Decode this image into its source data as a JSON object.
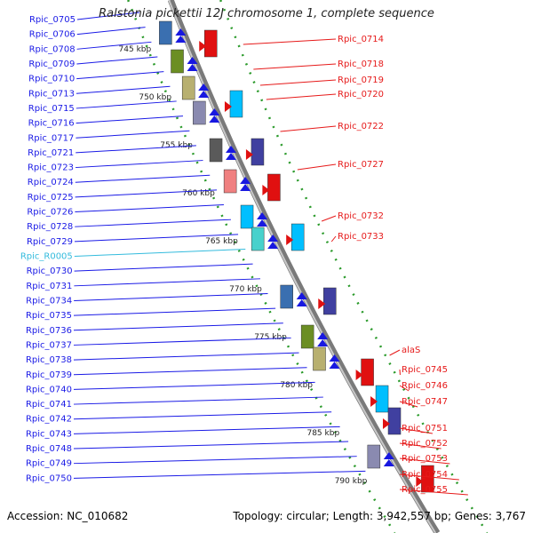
{
  "title": "Ralstonia pickettii 12J chromosome 1, complete sequence",
  "footer": {
    "accession": "Accession: NC_010682",
    "topology": "Topology: circular; Length: 3,942,557 bp; Genes: 3,767"
  },
  "scale_labels": [
    "745 kbp",
    "750 kbp",
    "755 kbp",
    "760 kbp",
    "765 kbp",
    "770 kbp",
    "775 kbp",
    "780 kbp",
    "785 kbp",
    "790 kbp"
  ],
  "left_genes": [
    {
      "label": "Rpic_0705",
      "color": "#1a1ae6"
    },
    {
      "label": "Rpic_0706",
      "color": "#1a1ae6"
    },
    {
      "label": "Rpic_0708",
      "color": "#1a1ae6"
    },
    {
      "label": "Rpic_0709",
      "color": "#1a1ae6"
    },
    {
      "label": "Rpic_0710",
      "color": "#1a1ae6"
    },
    {
      "label": "Rpic_0713",
      "color": "#1a1ae6"
    },
    {
      "label": "Rpic_0715",
      "color": "#1a1ae6"
    },
    {
      "label": "Rpic_0716",
      "color": "#1a1ae6"
    },
    {
      "label": "Rpic_0717",
      "color": "#1a1ae6"
    },
    {
      "label": "Rpic_0721",
      "color": "#1a1ae6"
    },
    {
      "label": "Rpic_0723",
      "color": "#1a1ae6"
    },
    {
      "label": "Rpic_0724",
      "color": "#1a1ae6"
    },
    {
      "label": "Rpic_0725",
      "color": "#1a1ae6"
    },
    {
      "label": "Rpic_0726",
      "color": "#1a1ae6"
    },
    {
      "label": "Rpic_0728",
      "color": "#1a1ae6"
    },
    {
      "label": "Rpic_0729",
      "color": "#1a1ae6"
    },
    {
      "label": "Rpic_R0005",
      "color": "#33bbdd"
    },
    {
      "label": "Rpic_0730",
      "color": "#1a1ae6"
    },
    {
      "label": "Rpic_0731",
      "color": "#1a1ae6"
    },
    {
      "label": "Rpic_0734",
      "color": "#1a1ae6"
    },
    {
      "label": "Rpic_0735",
      "color": "#1a1ae6"
    },
    {
      "label": "Rpic_0736",
      "color": "#1a1ae6"
    },
    {
      "label": "Rpic_0737",
      "color": "#1a1ae6"
    },
    {
      "label": "Rpic_0738",
      "color": "#1a1ae6"
    },
    {
      "label": "Rpic_0739",
      "color": "#1a1ae6"
    },
    {
      "label": "Rpic_0740",
      "color": "#1a1ae6"
    },
    {
      "label": "Rpic_0741",
      "color": "#1a1ae6"
    },
    {
      "label": "Rpic_0742",
      "color": "#1a1ae6"
    },
    {
      "label": "Rpic_0743",
      "color": "#1a1ae6"
    },
    {
      "label": "Rpic_0748",
      "color": "#1a1ae6"
    },
    {
      "label": "Rpic_0749",
      "color": "#1a1ae6"
    },
    {
      "label": "Rpic_0750",
      "color": "#1a1ae6"
    }
  ],
  "right_genes": [
    {
      "label": "Rpic_0714",
      "color": "#e61a1a"
    },
    {
      "label": "Rpic_0718",
      "color": "#e61a1a"
    },
    {
      "label": "Rpic_0719",
      "color": "#e61a1a"
    },
    {
      "label": "Rpic_0720",
      "color": "#e61a1a"
    },
    {
      "label": "Rpic_0722",
      "color": "#e61a1a"
    },
    {
      "label": "Rpic_0727",
      "color": "#e61a1a"
    },
    {
      "label": "Rpic_0732",
      "color": "#e61a1a"
    },
    {
      "label": "Rpic_0733",
      "color": "#e61a1a"
    },
    {
      "label": "alaS",
      "color": "#e61a1a"
    },
    {
      "label": "Rpic_0745",
      "color": "#e61a1a"
    },
    {
      "label": "Rpic_0746",
      "color": "#e61a1a"
    },
    {
      "label": "Rpic_0747",
      "color": "#e61a1a"
    },
    {
      "label": "Rpic_0751",
      "color": "#e61a1a"
    },
    {
      "label": "Rpic_0752",
      "color": "#e61a1a"
    },
    {
      "label": "Rpic_0753",
      "color": "#e61a1a"
    },
    {
      "label": "Rpic_0754",
      "color": "#e61a1a"
    },
    {
      "label": "Rpic_0755",
      "color": "#e61a1a"
    }
  ]
}
